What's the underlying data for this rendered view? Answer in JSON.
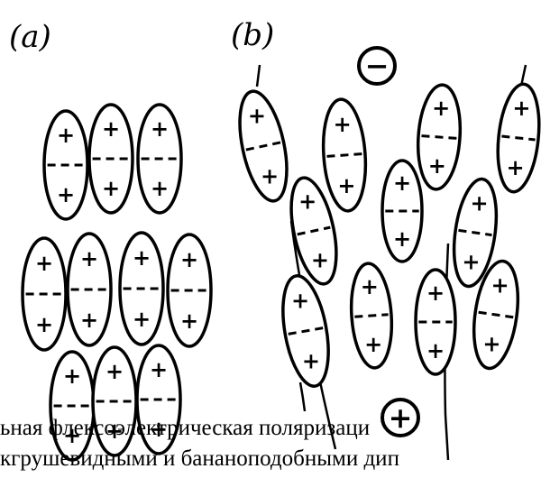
{
  "panel_a": {
    "label": "(a)"
  },
  "panel_b": {
    "label": "(b)",
    "top_charge": "−",
    "bottom_charge": "+"
  },
  "signs": {
    "plus": "+",
    "minus": "−"
  },
  "caption": {
    "line1": "ьная флексоэлектрическая поляризаци",
    "line2": "кгрушевидными и бананоподобными дип"
  },
  "colors": {
    "ink": "#000000",
    "paper": "#ffffff"
  }
}
